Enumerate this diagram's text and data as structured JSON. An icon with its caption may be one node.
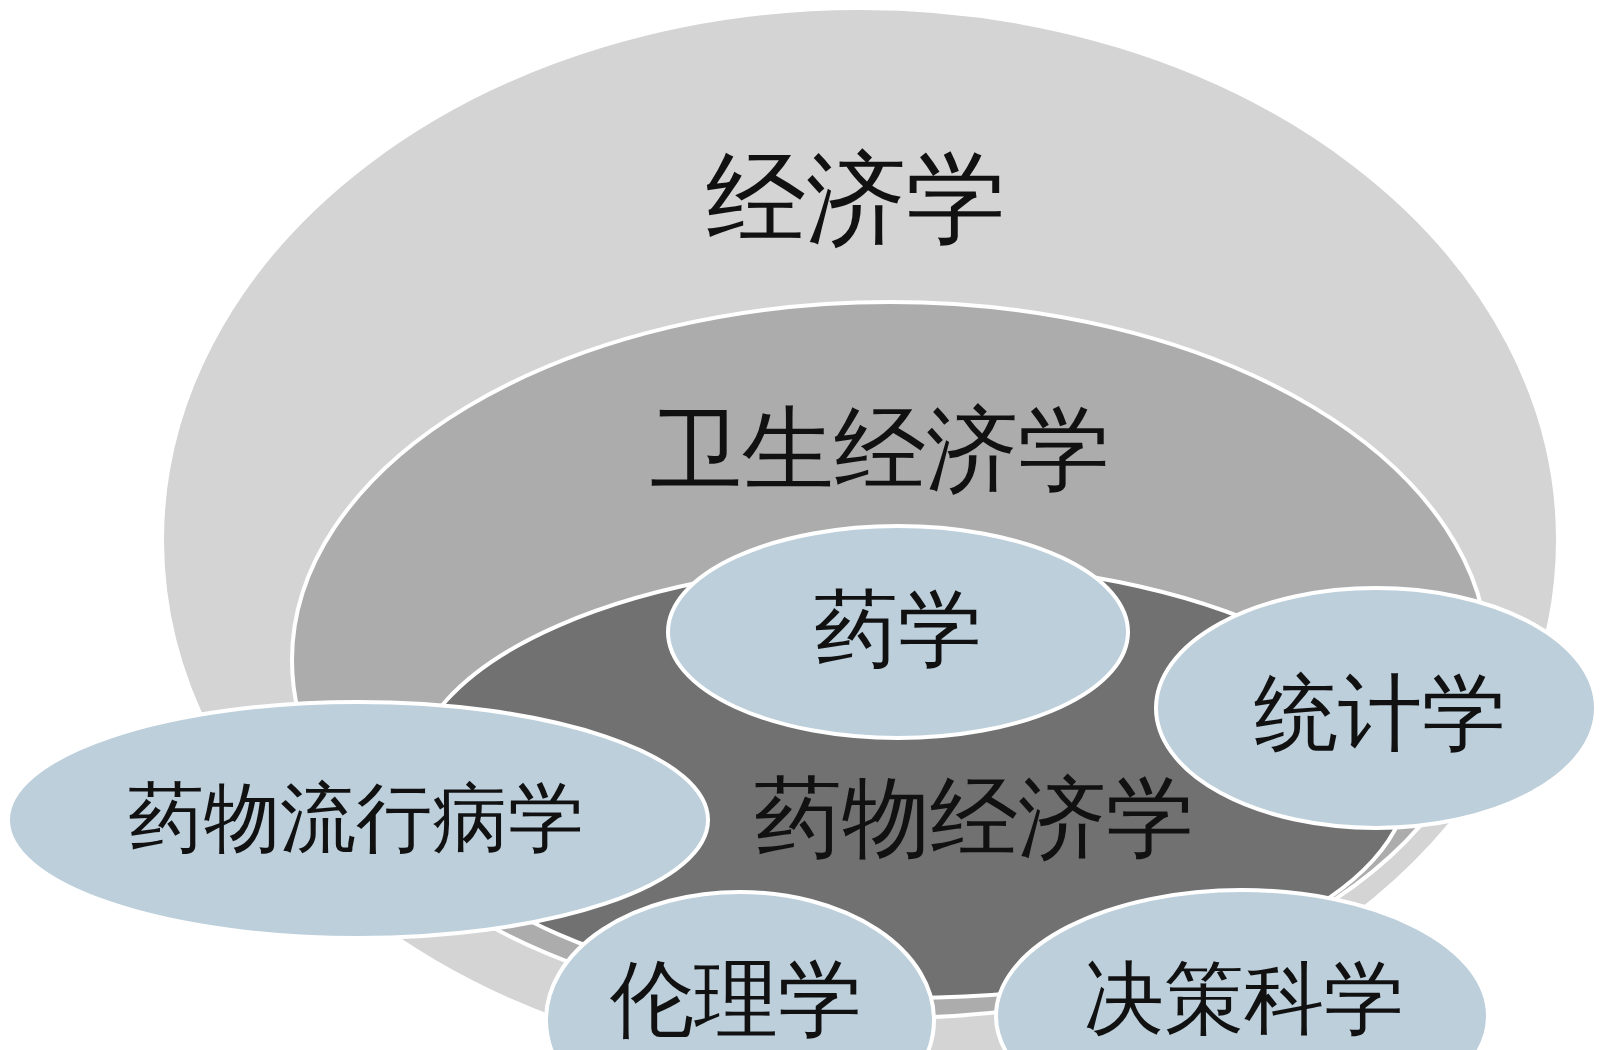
{
  "diagram": {
    "nodes": [
      {
        "text": [
          "经济学"
        ]
      },
      {
        "text": [
          "卫生经济学"
        ],
        "in": 0
      },
      {
        "text": [
          "药物经济学"
        ],
        "in": 1
      },
      {
        "text": [
          "药学"
        ],
        "in": 1
      },
      {
        "text": [
          "统计学"
        ]
      },
      {
        "text": [
          "药物流行病学"
        ]
      },
      {
        "text": [
          "伦理学"
        ]
      },
      {
        "text": [
          "决策科学"
        ]
      }
    ]
  }
}
